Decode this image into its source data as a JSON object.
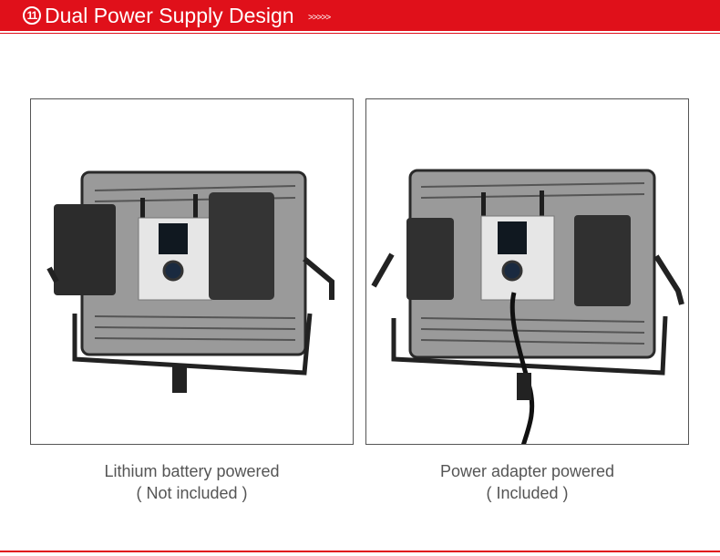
{
  "header": {
    "badge_number": "11",
    "title": "Dual Power Supply Design",
    "chevrons": ">>>>>"
  },
  "panels": [
    {
      "caption_line1": "Lithium battery powered",
      "caption_line2": "( Not included )"
    },
    {
      "caption_line1": "Power adapter powered",
      "caption_line2": "( Included )"
    }
  ],
  "colors": {
    "accent": "#e0101a",
    "caption_text": "#555555"
  }
}
